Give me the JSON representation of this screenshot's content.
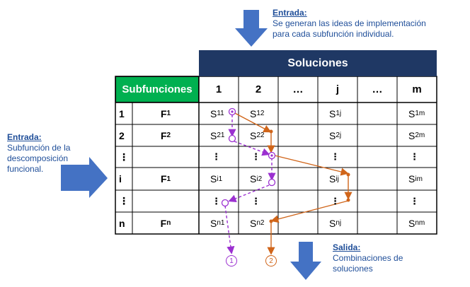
{
  "top_note": {
    "label": "Entrada:",
    "text_line1": "Se generan las ideas de implementación",
    "text_line2": "para cada subfunción individual."
  },
  "left_note": {
    "label": "Entrada:",
    "line1": "Subfunción de la",
    "line2": "descomposición",
    "line3": "funcional."
  },
  "bottom_note": {
    "label": "Salida:",
    "line1": "Combinaciones de",
    "line2": "soluciones"
  },
  "table": {
    "solutions_header": "Soluciones",
    "subfunctions_header": "Subfunciones",
    "columns": [
      "1",
      "2",
      "…",
      "j",
      "…",
      "m"
    ],
    "rows": [
      {
        "idx": "1",
        "func": "F",
        "func_sub": "1",
        "cells": [
          {
            "b": "S",
            "s": "11"
          },
          {
            "b": "S",
            "s": "12"
          },
          {
            "b": "",
            "s": ""
          },
          {
            "b": "S",
            "s": "1j"
          },
          {
            "b": "",
            "s": ""
          },
          {
            "b": "S",
            "s": "1m"
          }
        ]
      },
      {
        "idx": "2",
        "func": "F",
        "func_sub": "2",
        "cells": [
          {
            "b": "S",
            "s": "21"
          },
          {
            "b": "S",
            "s": "22"
          },
          {
            "b": "",
            "s": ""
          },
          {
            "b": "S",
            "s": "2j"
          },
          {
            "b": "",
            "s": ""
          },
          {
            "b": "S",
            "s": "2m"
          }
        ]
      },
      {
        "idx": "⋮",
        "func": "",
        "func_sub": "",
        "cells": [
          {
            "b": "⋮",
            "s": ""
          },
          {
            "b": "⋮",
            "s": ""
          },
          {
            "b": "",
            "s": ""
          },
          {
            "b": "⋮",
            "s": ""
          },
          {
            "b": "",
            "s": ""
          },
          {
            "b": "⋮",
            "s": ""
          }
        ]
      },
      {
        "idx": "i",
        "func": "F",
        "func_sub": "1",
        "cells": [
          {
            "b": "S",
            "s": "i1"
          },
          {
            "b": "S",
            "s": "i2"
          },
          {
            "b": "",
            "s": ""
          },
          {
            "b": "S",
            "s": "ij"
          },
          {
            "b": "",
            "s": ""
          },
          {
            "b": "S",
            "s": "im"
          }
        ]
      },
      {
        "idx": "⋮",
        "func": "",
        "func_sub": "",
        "cells": [
          {
            "b": "⋮",
            "s": ""
          },
          {
            "b": "⋮",
            "s": ""
          },
          {
            "b": "",
            "s": ""
          },
          {
            "b": "⋮",
            "s": ""
          },
          {
            "b": "",
            "s": ""
          },
          {
            "b": "⋮",
            "s": ""
          }
        ]
      },
      {
        "idx": "n",
        "func": "F",
        "func_sub": "n",
        "cells": [
          {
            "b": "S",
            "s": "n1"
          },
          {
            "b": "S",
            "s": "n2"
          },
          {
            "b": "",
            "s": ""
          },
          {
            "b": "S",
            "s": "nj"
          },
          {
            "b": "",
            "s": ""
          },
          {
            "b": "S",
            "s": "nm"
          }
        ]
      }
    ]
  },
  "paths": {
    "combination_1": {
      "label": "1",
      "color": "#9b30d0",
      "style": "dashed"
    },
    "combination_2": {
      "label": "2",
      "color": "#d0651a",
      "style": "solid"
    }
  },
  "colors": {
    "header_navy": "#1f3864",
    "header_green": "#00b050",
    "arrow_blue": "#4472c4",
    "note_blue": "#1f4e99"
  }
}
